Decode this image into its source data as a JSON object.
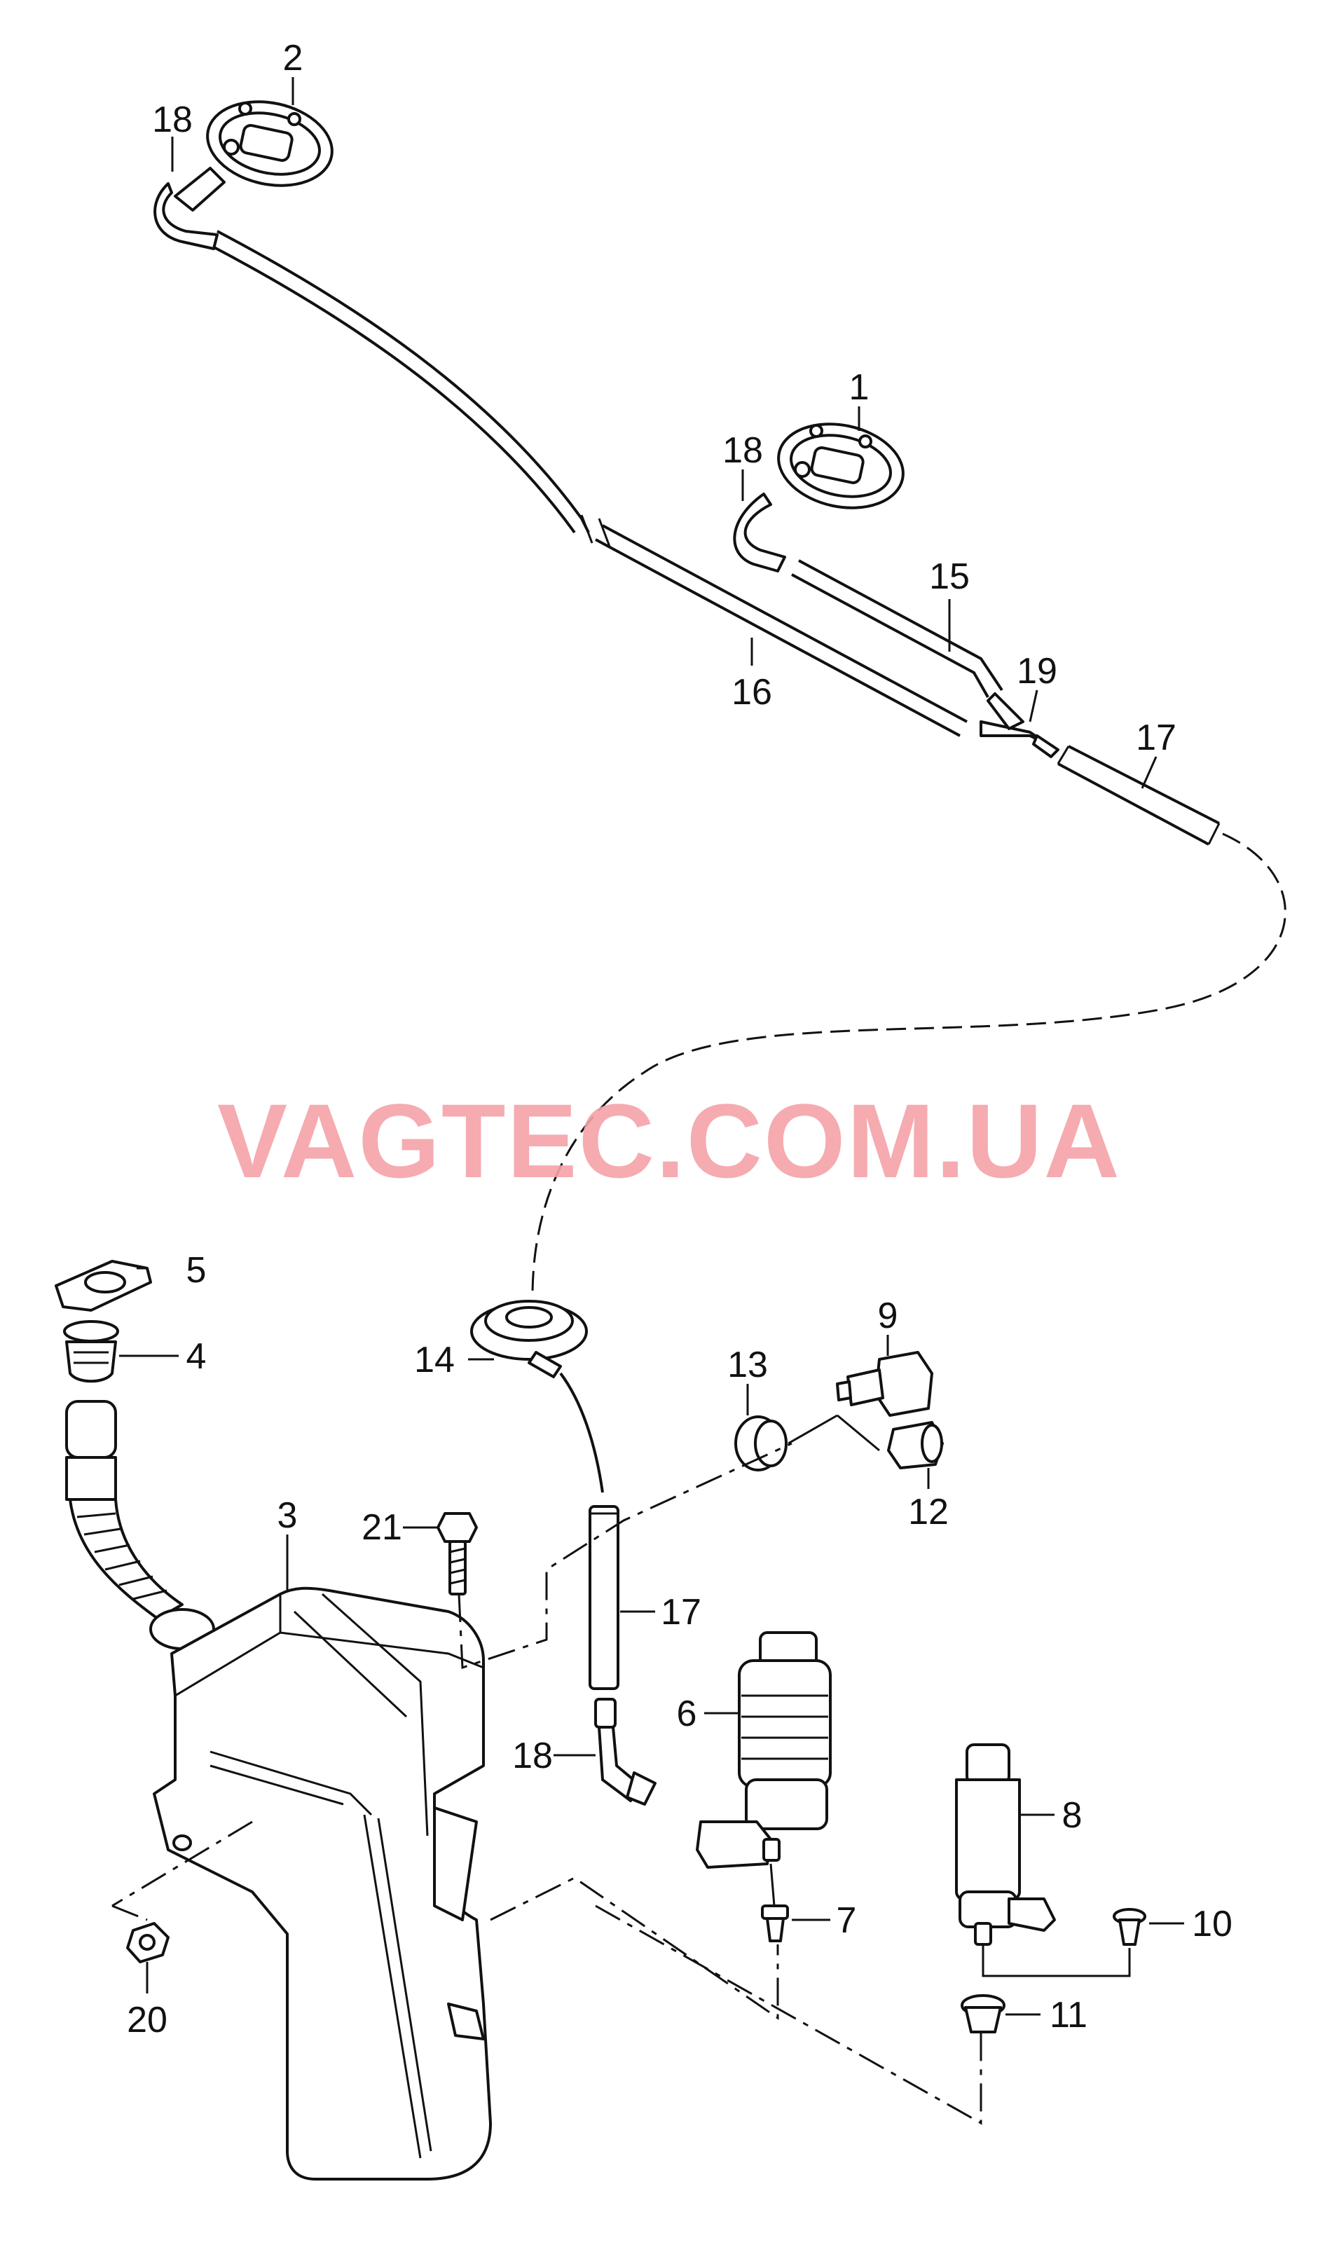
{
  "watermark": "VAGTEC.COM.UA",
  "callouts": {
    "c1": "1",
    "c2": "2",
    "c3": "3",
    "c4": "4",
    "c5": "5",
    "c6": "6",
    "c7": "7",
    "c8": "8",
    "c9": "9",
    "c10": "10",
    "c11": "11",
    "c12": "12",
    "c13": "13",
    "c14": "14",
    "c15": "15",
    "c16": "16",
    "c17a": "17",
    "c17b": "17",
    "c18a": "18",
    "c18b": "18",
    "c18c": "18",
    "c19": "19",
    "c20": "20",
    "c21": "21"
  }
}
